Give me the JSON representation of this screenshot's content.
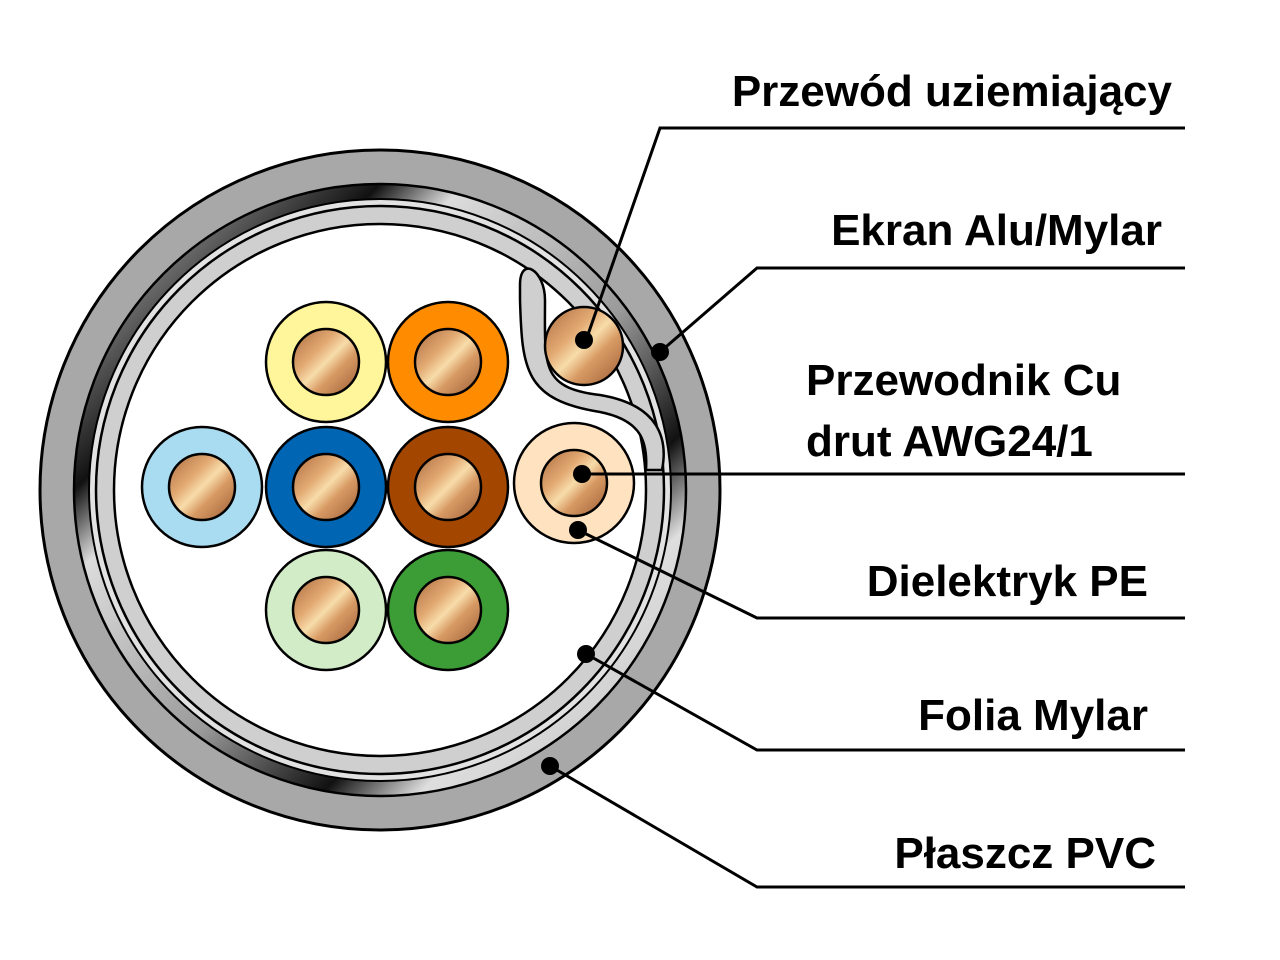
{
  "labels": {
    "ground_wire": "Przewód uziemiający",
    "alu_mylar_shield": "Ekran Alu/Mylar",
    "cu_conductor_line1": "Przewodnik Cu",
    "cu_conductor_line2": "drut AWG24/1",
    "pe_dielectric": "Dielektryk PE",
    "mylar_foil": "Folia Mylar",
    "pvc_jacket": "Płaszcz PVC"
  },
  "colors": {
    "jacket": "#a8a8a8",
    "shield_light": "#d8d8d8",
    "shield_dark": "#151515",
    "foil": "#cfcfcf",
    "copper": "#c98a5a",
    "copper_highlight": "#f3c98f",
    "insulation_yellow": "#fff59a",
    "insulation_orange": "#ff8c00",
    "insulation_light_blue": "#a9dcf0",
    "insulation_blue": "#0065b3",
    "insulation_brown": "#a34700",
    "insulation_peach": "#ffe2c0",
    "insulation_light_green": "#d2ecc7",
    "insulation_green": "#3c9c35"
  }
}
